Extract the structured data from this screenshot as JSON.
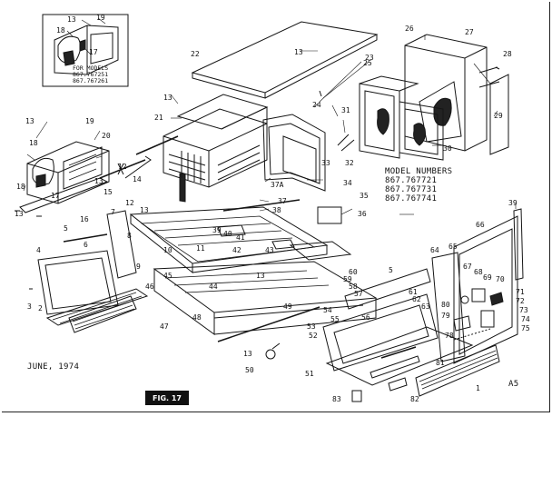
{
  "inset": {
    "caption_lines": [
      "FOR MODELS",
      "867.767251",
      "867.767261"
    ]
  },
  "models": {
    "heading": "MODEL NUMBERS",
    "numbers": [
      "867.767721",
      "867.767731",
      "867.767741"
    ]
  },
  "date": "JUNE, 1974",
  "figure_label": "FIG. 17",
  "corner_code": "A5",
  "callouts": [
    "1",
    "2",
    "3",
    "4",
    "5",
    "6",
    "7",
    "8",
    "9",
    "10",
    "11",
    "12",
    "13",
    "14",
    "15",
    "16",
    "17",
    "18",
    "19",
    "20",
    "21",
    "22",
    "23",
    "24",
    "25",
    "26",
    "27",
    "28",
    "29",
    "30",
    "31",
    "32",
    "33",
    "34",
    "35",
    "36",
    "37",
    "37A",
    "38",
    "39",
    "40",
    "41",
    "42",
    "43",
    "44",
    "45",
    "46",
    "47",
    "48",
    "49",
    "50",
    "51",
    "52",
    "53",
    "54",
    "55",
    "56",
    "57",
    "58",
    "59",
    "60",
    "61",
    "62",
    "63",
    "64",
    "65",
    "66",
    "67",
    "68",
    "69",
    "70",
    "71",
    "72",
    "73",
    "74",
    "75",
    "78",
    "79",
    "80",
    "81",
    "82",
    "83"
  ]
}
